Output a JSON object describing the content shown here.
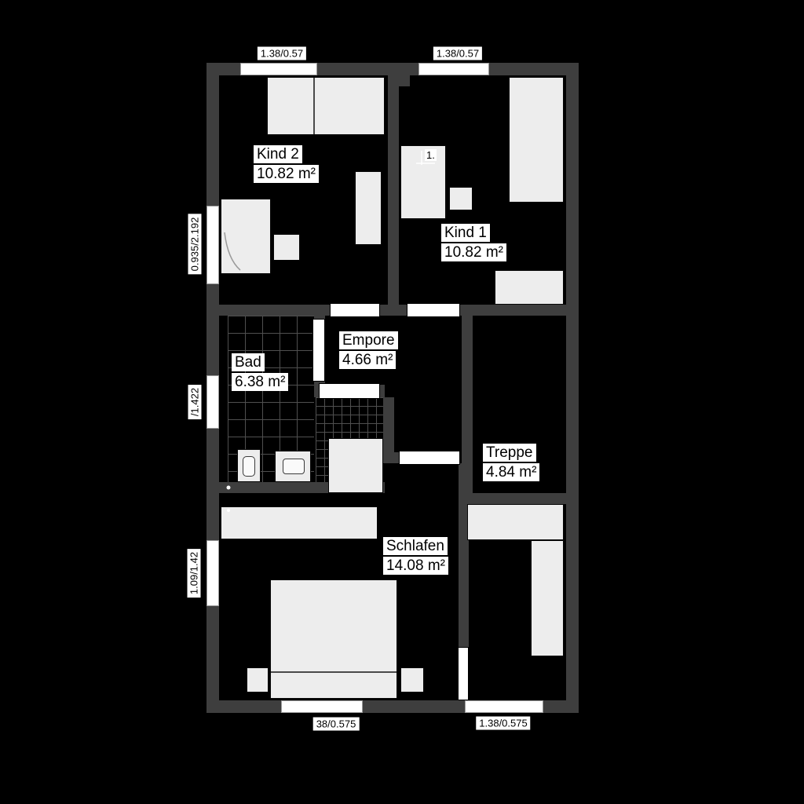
{
  "colors": {
    "background": "#000000",
    "wall": "#3e3e3e",
    "floor": "#000000",
    "furniture": "#ededed",
    "window": "#ffffff",
    "label_bg": "#ffffff",
    "label_text": "#000000",
    "tile_line": "#4f4f4f"
  },
  "rooms": [
    {
      "name": "Kind 2",
      "area": "10.82 m²"
    },
    {
      "name": "Kind 1",
      "area": "10.82 m²"
    },
    {
      "name": "Empore",
      "area": "4.66 m²"
    },
    {
      "name": "Bad",
      "area": "6.38 m²"
    },
    {
      "name": "Treppe",
      "area": "4.84 m²"
    },
    {
      "name": "Schlafen",
      "area": "14.08 m²"
    }
  ],
  "dimensions": {
    "top_left_window": "1.38/0.57",
    "top_right_window": "1.38/0.57",
    "left_upper_window": "0.935/2.192",
    "left_middle_window": "/1.422",
    "left_lower_window": "1.09/1.42",
    "bottom_left_window": "38/0.575",
    "bottom_right_window": "1.38/0.575"
  },
  "annotations": {
    "kind1_dim": "1."
  }
}
